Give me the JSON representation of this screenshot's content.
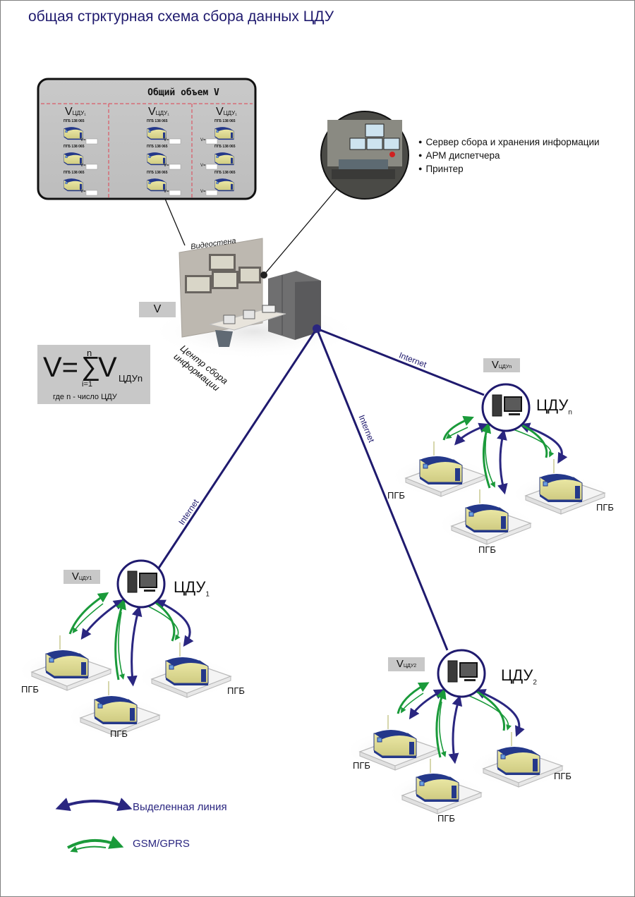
{
  "title": "общая стрктурная схема сбора данных ЦДУ",
  "overview_panel": {
    "heading": "Общий объем V",
    "columns": [
      {
        "label": "V",
        "sub": "ЦДУ₁",
        "stations": [
          {
            "tag": "ПГБ 138 065",
            "v_label": "V="
          },
          {
            "tag": "ПГБ 138 065",
            "v_label": "V="
          },
          {
            "tag": "ПГБ 138 065",
            "v_label": "V="
          }
        ]
      },
      {
        "label": "V",
        "sub": "ЦДУ₁",
        "stations": [
          {
            "tag": "ПГБ 138 065",
            "v_label": "V="
          },
          {
            "tag": "ПГБ 138 065",
            "v_label": "V="
          },
          {
            "tag": "ПГБ 138 065",
            "v_label": "V="
          }
        ]
      },
      {
        "label": "V",
        "sub": "ЦДУ₁",
        "stations": [
          {
            "tag": "ПГБ 138 065",
            "v_label": "V="
          },
          {
            "tag": "ПГБ 138 065",
            "v_label": "V="
          },
          {
            "tag": "ПГБ 138 065",
            "v_label": "V="
          }
        ]
      }
    ]
  },
  "control_room": {
    "items": [
      "Сервер сбора и хранения информации",
      "АРМ диспетчера",
      "Принтер"
    ]
  },
  "center": {
    "videowall_label": "Видеостена",
    "v_box": "V",
    "caption_line1": "Центр сбора",
    "caption_line2": "информации"
  },
  "formula": {
    "lhs": "V=",
    "sigma": "∑",
    "upper": "n",
    "lower": "i=1",
    "term": "V",
    "term_sub": "ЦДУn",
    "note": "где n - число ЦДУ"
  },
  "links": {
    "internet_label": "Internet"
  },
  "nodes": [
    {
      "id": "cdu-n",
      "name": "ЦДУ",
      "index": "n",
      "v_label": "V",
      "v_sub": "ЦДУn",
      "stations": [
        "ПГБ",
        "ПГБ",
        "ПГБ"
      ]
    },
    {
      "id": "cdu-1",
      "name": "ЦДУ",
      "index": "1",
      "v_label": "V",
      "v_sub": "ЦДУ1",
      "stations": [
        "ПГБ",
        "ПГБ",
        "ПГБ"
      ]
    },
    {
      "id": "cdu-2",
      "name": "ЦДУ",
      "index": "2",
      "v_label": "V",
      "v_sub": "ЦДУ2",
      "stations": [
        "ПГБ",
        "ПГБ",
        "ПГБ"
      ]
    }
  ],
  "legend": [
    {
      "label": "Выделенная линия",
      "color": "#2a2680"
    },
    {
      "label": "GSM/GPRS",
      "color": "#1a9a3a"
    }
  ],
  "colors": {
    "link": "#1f1a6e",
    "gsm": "#1a9a3a",
    "dedicated": "#2a2680",
    "panel_divider": "#e04050"
  }
}
